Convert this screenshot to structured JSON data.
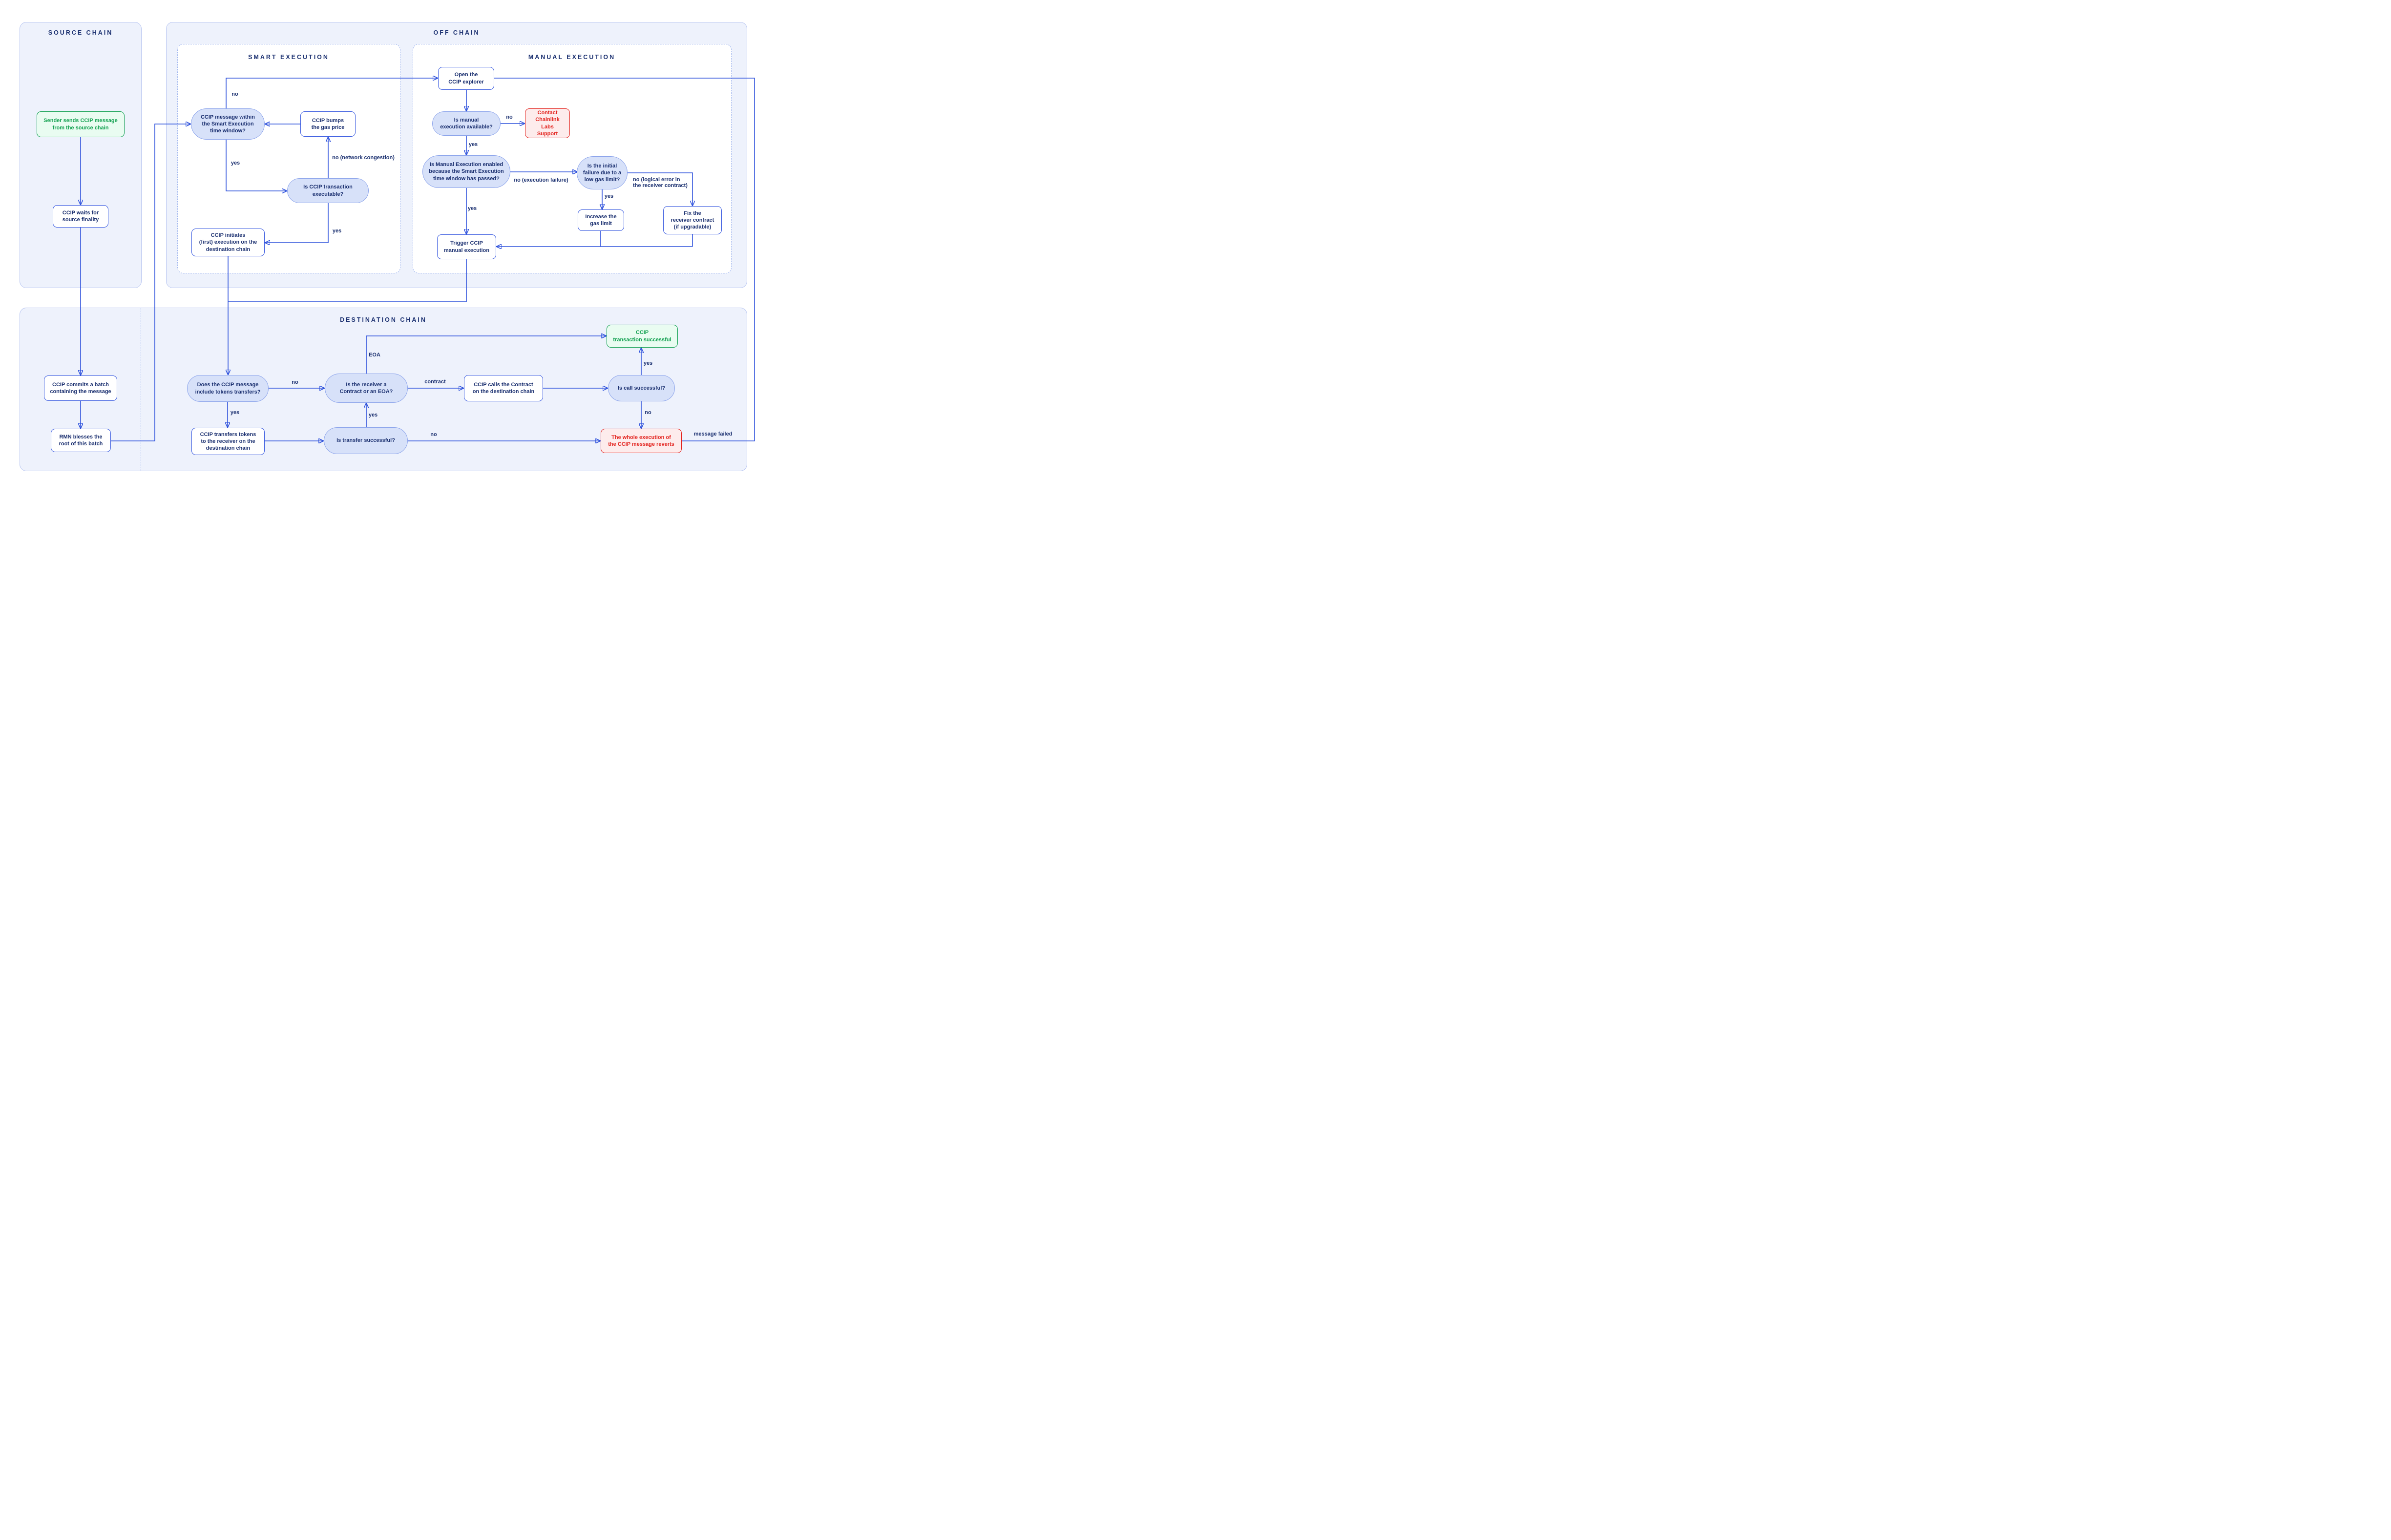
{
  "panels": {
    "source": {
      "title": "SOURCE CHAIN"
    },
    "offchain": {
      "title": "OFF CHAIN"
    },
    "smart": {
      "title": "SMART EXECUTION"
    },
    "manual": {
      "title": "MANUAL EXECUTION"
    },
    "destination": {
      "title": "DESTINATION CHAIN"
    }
  },
  "nodes": {
    "sender": "Sender sends CCIP message\nfrom the source chain",
    "waits": "CCIP waits for\nsource finality",
    "commits": "CCIP commits a batch\ncontaining the message",
    "rmn": "RMN blesses the\nroot of this batch",
    "smart_window": "CCIP message within\nthe Smart Execution\ntime window?",
    "bumps": "CCIP bumps\nthe gas price",
    "executable": "Is CCIP transaction\nexecutable?",
    "initiates": "CCIP initiates\n(first) execution on the\ndestination chain",
    "open_explorer": "Open the\nCCIP explorer",
    "manual_available": "Is manual\nexecution available?",
    "contact_support": "Contact\nChainlink Labs\nSupport",
    "manual_enabled": "Is Manual Execution enabled\nbecause the Smart Execution\ntime window has passed?",
    "initial_failure": "Is the initial\nfailure due to a\nlow gas limit?",
    "increase_gas": "Increase the\ngas limit",
    "fix_receiver": "Fix the\nreceiver contract\n(if upgradable)",
    "trigger_manual": "Trigger CCIP\nmanual execution",
    "tokens_transfers": "Does the CCIP message\ninclude tokens transfers?",
    "receiver_type": "Is the receiver a\nContract or an EOA?",
    "ccip_calls": "CCIP calls the Contract\non the destination chain",
    "call_successful": "Is call successful?",
    "tx_successful": "CCIP\ntransaction successful",
    "transfers_tokens": "CCIP transfers tokens\nto the receiver on the\ndestination chain",
    "transfer_successful": "Is transfer successful?",
    "reverts": "The whole execution of\nthe CCIP message reverts"
  },
  "labels": {
    "yes": "yes",
    "no": "no",
    "no_congestion": "no (network congestion)",
    "no_exec_failure": "no (execution failure)",
    "no_logical": "no (logical error in\nthe receiver contract)",
    "eoa": "EOA",
    "contract": "contract",
    "message_failed": "message failed"
  },
  "colors": {
    "connector_blue": "#2F52DC",
    "navy_text": "#1B3070",
    "panel_fill": "#EEF2FC",
    "panel_border": "#B9C6F1",
    "dashed_border": "#9FB5EE",
    "decision_fill": "#D7E1F9",
    "decision_border": "#8CA4EB",
    "process_border": "#3A5BE0",
    "success_green": "#12A150",
    "success_fill": "#E9FCF1",
    "error_red": "#E3231E",
    "error_fill": "#FDECEC"
  }
}
